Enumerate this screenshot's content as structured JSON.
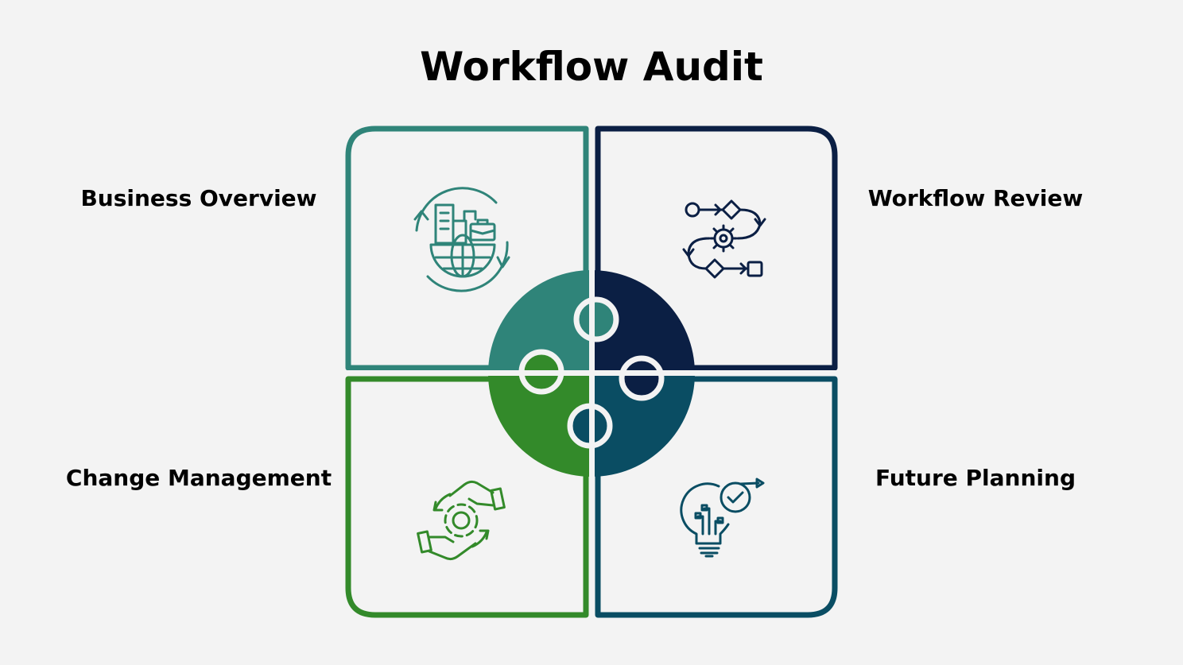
{
  "title": "Workflow Audit",
  "quadrants": [
    {
      "label": "Business Overview",
      "color": "#2f8479",
      "icon": "business-globe-icon"
    },
    {
      "label": "Workflow Review",
      "color": "#0b1f44",
      "icon": "workflow-process-icon"
    },
    {
      "label": "Change Management",
      "color": "#338a2a",
      "icon": "hands-gear-icon"
    },
    {
      "label": "Future Planning",
      "color": "#0a4d63",
      "icon": "lightbulb-clock-icon"
    }
  ],
  "colors": {
    "background": "#f3f3f3",
    "teal": "#2f8479",
    "navy": "#0b1f44",
    "green": "#338a2a",
    "petrol": "#0a4d63"
  }
}
